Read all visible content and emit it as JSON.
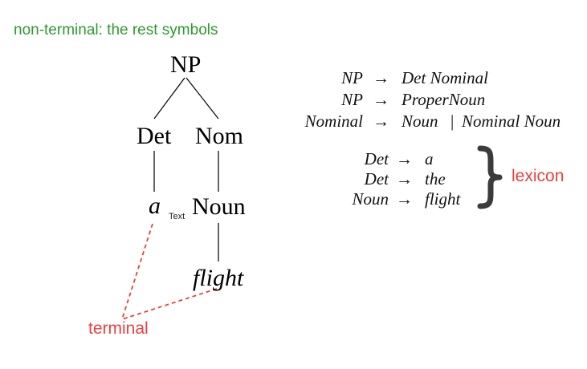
{
  "labels": {
    "nonterminal_note": "non-terminal: the rest symbols",
    "terminal_label": "terminal",
    "lexicon_label": "lexicon",
    "text_annotation": "Text"
  },
  "tree": {
    "root": "NP",
    "det": "Det",
    "nom": "Nom",
    "det_leaf": "a",
    "noun": "Noun",
    "noun_leaf": "flight"
  },
  "grammar_rules": [
    {
      "lhs": "NP",
      "arrow": "→",
      "rhs": "Det Nominal"
    },
    {
      "lhs": "NP",
      "arrow": "→",
      "rhs": "ProperNoun"
    },
    {
      "lhs": "Nominal",
      "arrow": "→",
      "rhs": "Noun",
      "bar": "|",
      "rhs2": "Nominal Noun"
    }
  ],
  "lexicon_rules": [
    {
      "lhs": "Det",
      "arrow": "→",
      "rhs": "a"
    },
    {
      "lhs": "Det",
      "arrow": "→",
      "rhs": "the"
    },
    {
      "lhs": "Noun",
      "arrow": "→",
      "rhs": "flight"
    }
  ],
  "colors": {
    "green": "#2e9a2e",
    "red": "#e8413e",
    "black": "#000000"
  }
}
